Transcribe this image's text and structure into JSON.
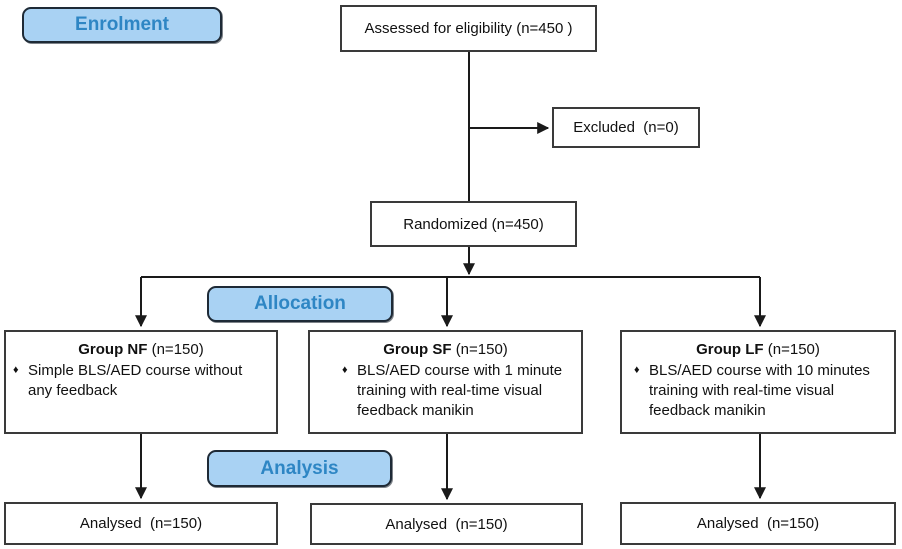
{
  "stages": {
    "enrolment": "Enrolment",
    "allocation": "Allocation",
    "analysis": "Analysis"
  },
  "boxes": {
    "assessed": "Assessed for eligibility (n=450 )",
    "excluded": "Excluded  (n=0)",
    "randomized": "Randomized (n=450)"
  },
  "groups": [
    {
      "name": "Group NF",
      "n": "(n=150)",
      "bullet": "♦",
      "description": "Simple BLS/AED course without any feedback",
      "analysed": "Analysed  (n=150)"
    },
    {
      "name": "Group SF",
      "n": "(n=150)",
      "bullet": "♦",
      "description": "BLS/AED course with 1 minute training with real-time visual feedback manikin",
      "analysed": "Analysed  (n=150)"
    },
    {
      "name": "Group LF",
      "n": "(n=150)",
      "bullet": "♦",
      "description": "BLS/AED course with 10 minutes training with real-time visual feedback manikin",
      "analysed": "Analysed  (n=150)"
    }
  ],
  "colors": {
    "stage_fill": "#a9d2f3",
    "stage_border": "#1e2a36",
    "stage_text": "#2e86c4",
    "box_border": "#3a3a3a",
    "line": "#1a1a1a",
    "background": "#ffffff"
  }
}
